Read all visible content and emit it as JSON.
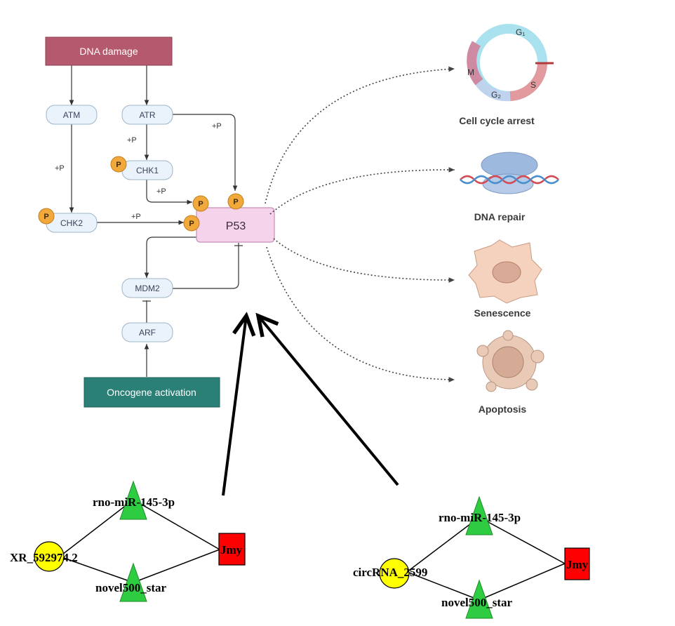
{
  "pathway": {
    "dna_damage": "DNA damage",
    "atm": "ATM",
    "atr": "ATR",
    "chk1": "CHK1",
    "chk2": "CHK2",
    "p53": "P53",
    "mdm2": "MDM2",
    "arf": "ARF",
    "oncogene": "Oncogene activation",
    "phos_labels": [
      "+P",
      "+P",
      "+P",
      "+P",
      "+P"
    ],
    "p_badge": "P"
  },
  "outcomes": {
    "cell_cycle": "Cell cycle arrest",
    "dna_repair": "DNA repair",
    "senescence": "Senescence",
    "apoptosis": "Apoptosis",
    "phases": {
      "g1": "G₁",
      "g2": "G₂",
      "m": "M",
      "s": "S"
    }
  },
  "network_left": {
    "source": "XR_592974.2",
    "mirna": "rno-miR-145-3p",
    "novel": "novel500_star",
    "target": "Jmy"
  },
  "network_right": {
    "source": "circRNA_2599",
    "mirna": "rno-miR-145-3p",
    "novel": "novel500_star",
    "target": "Jmy"
  },
  "colors": {
    "dna_damage": "#b55a6e",
    "oncogene": "#2a8076",
    "p53": "#f5d3ea",
    "p_badge": "#f2a93b",
    "box": "#eaf3fb",
    "triangle": "#2ecc40",
    "circle": "#ffff00",
    "square": "#ff0000"
  }
}
